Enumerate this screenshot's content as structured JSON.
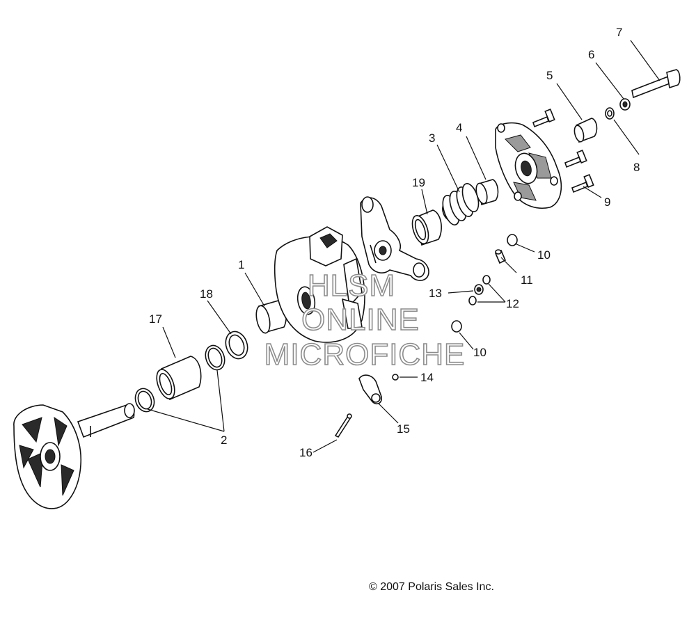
{
  "diagram": {
    "copyright": "© 2007 Polaris Sales Inc.",
    "watermark": [
      "HLSM",
      "ONLINE",
      "MICROFICHE"
    ],
    "callouts": [
      {
        "id": "c7",
        "label": "7"
      },
      {
        "id": "c6",
        "label": "6"
      },
      {
        "id": "c5",
        "label": "5"
      },
      {
        "id": "c8",
        "label": "8"
      },
      {
        "id": "c4",
        "label": "4"
      },
      {
        "id": "c3",
        "label": "3"
      },
      {
        "id": "c19",
        "label": "19"
      },
      {
        "id": "c9",
        "label": "9"
      },
      {
        "id": "c10a",
        "label": "10"
      },
      {
        "id": "c11",
        "label": "11"
      },
      {
        "id": "c1",
        "label": "1"
      },
      {
        "id": "c18",
        "label": "18"
      },
      {
        "id": "c13",
        "label": "13"
      },
      {
        "id": "c12",
        "label": "12"
      },
      {
        "id": "c17",
        "label": "17"
      },
      {
        "id": "c10b",
        "label": "10"
      },
      {
        "id": "c14",
        "label": "14"
      },
      {
        "id": "c2",
        "label": "2"
      },
      {
        "id": "c15",
        "label": "15"
      },
      {
        "id": "c16",
        "label": "16"
      }
    ]
  }
}
